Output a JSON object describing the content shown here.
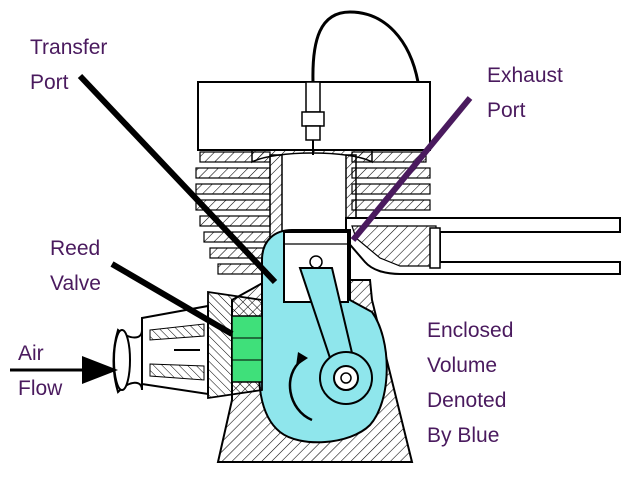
{
  "labels": {
    "transfer_port": [
      "Transfer",
      "Port"
    ],
    "exhaust_port": [
      "Exhaust",
      "Port"
    ],
    "reed_valve": [
      "Reed",
      "Valve"
    ],
    "air_flow": [
      "Air",
      "Flow"
    ],
    "enclosed_volume": [
      "Enclosed",
      "Volume",
      "Denoted",
      "By Blue"
    ]
  },
  "colors": {
    "label_text": "#4a1a5e",
    "outline": "#000000",
    "crankcase_volume": "#8fe6ec",
    "reed_valve": "#3fe07a",
    "pointer_line": "#4a1a5e",
    "hatch": "#000000"
  }
}
